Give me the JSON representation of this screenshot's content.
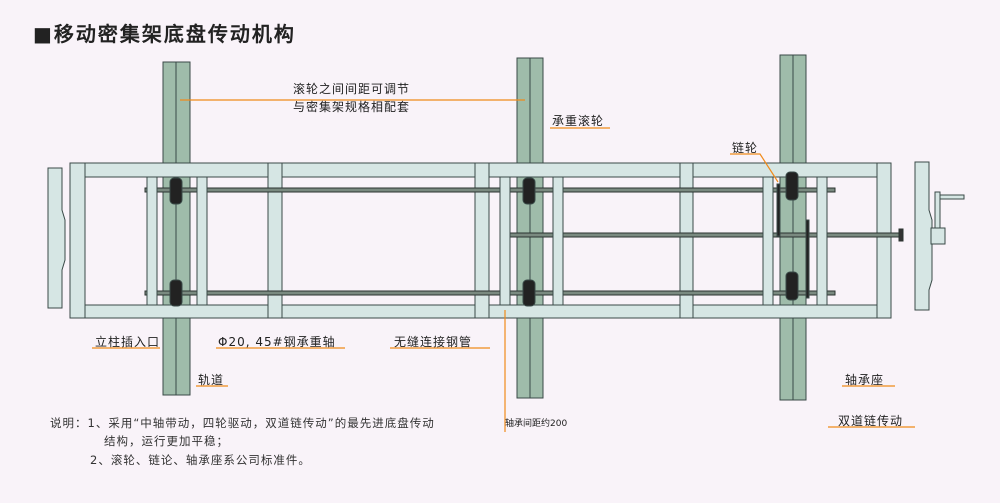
{
  "title": "■移动密集架底盘传动机构",
  "labels": {
    "spacing_line1": "滚轮之间间距可调节",
    "spacing_line2": "与密集架规格相配套",
    "load_roller": "承重滚轮",
    "sprocket": "链轮",
    "column_socket": "立柱插入口",
    "load_shaft": "Φ20, 45#钢承重轴",
    "track": "轨道",
    "seamless_tube": "无缝连接钢管",
    "bearing_seat": "轴承座",
    "double_chain": "双道链传动",
    "bearing_spacing": "轴承间距约200"
  },
  "notes": {
    "line1": "说明：1、采用“中轴带动，四轮驱动，双道链传动”的最先进底盘传动",
    "line1_cont": "结构，运行更加平稳；",
    "line2": "2、滚轮、链论、轴承座系公司标准件。"
  },
  "colors": {
    "frame": "#d6e6e4",
    "rail": "#9fbcaa",
    "outline": "#3a4a48",
    "leader": "#f08a1a",
    "background": "#f9f3f9"
  }
}
